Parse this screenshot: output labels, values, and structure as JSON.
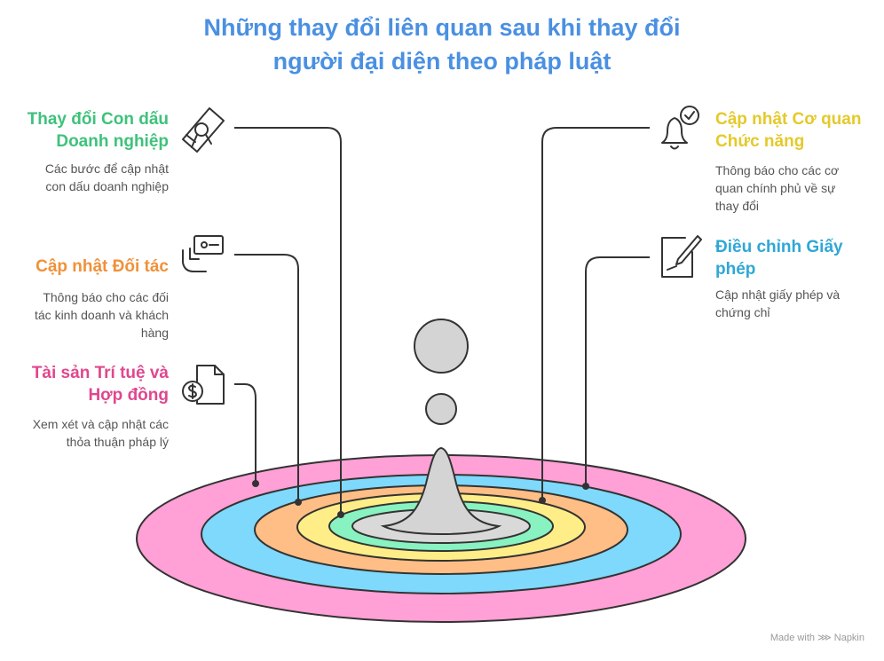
{
  "title": {
    "line1": "Những thay đổi liên quan sau khi thay đổi",
    "line2": "người đại diện theo pháp luật"
  },
  "items": [
    {
      "heading_1": "Thay đổi Con dấu",
      "heading_2": "Doanh nghiệp",
      "desc_1": "Các bước để cập nhật",
      "desc_2": "con dấu doanh nghiệp",
      "color": "#3EC27B",
      "icon": "diploma-icon"
    },
    {
      "heading_1": "Cập nhật Đối tác",
      "desc_1": "Thông báo cho các đối",
      "desc_2": "tác kinh doanh và khách",
      "desc_3": "hàng",
      "color": "#F0913A",
      "icon": "hand-card-icon"
    },
    {
      "heading_1": "Tài sản Trí tuệ và",
      "heading_2": "Hợp đồng",
      "desc_1": "Xem xét và cập nhật các",
      "desc_2": "thỏa thuận pháp lý",
      "color": "#E0478F",
      "icon": "document-dollar-icon"
    },
    {
      "heading_1": "Cập nhật Cơ quan",
      "heading_2": "Chức năng",
      "desc_1": "Thông báo cho các cơ",
      "desc_2": "quan chính phủ về sự",
      "desc_3": "thay đổi",
      "color": "#E5C92A",
      "icon": "bell-check-icon"
    },
    {
      "heading_1": "Điều chỉnh Giấy",
      "heading_2": "phép",
      "desc_1": "Cập nhật giấy phép và",
      "desc_2": "chứng chỉ",
      "color": "#2FA7D6",
      "icon": "pen-paper-icon"
    }
  ],
  "rings": [
    {
      "color": "#FFA0D6"
    },
    {
      "color": "#7ED9FC"
    },
    {
      "color": "#FFBE85"
    },
    {
      "color": "#FFEE88"
    },
    {
      "color": "#88F2C0"
    },
    {
      "color": "#D9D9D9"
    }
  ],
  "footer": "Made with ⋙ Napkin"
}
